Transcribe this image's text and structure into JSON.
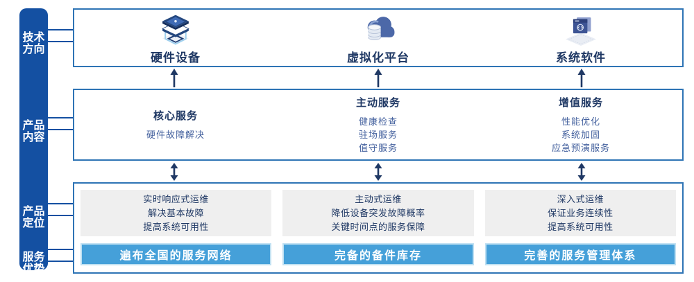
{
  "colors": {
    "sidebar_navy": "#1450A2",
    "box_border_blue": "#2E74B5",
    "title_navy": "#1F3864",
    "body_blue": "#44619E",
    "bar_blue": "#45A0D9",
    "bar_outline": "#BFE0F2",
    "panel_gray": "#EFEFEF",
    "arrow_navy": "#1F3864"
  },
  "sidebar": {
    "items": [
      {
        "line1": "技术",
        "line2": "方向"
      },
      {
        "line1": "产品",
        "line2": "内容"
      },
      {
        "line1": "产品",
        "line2": "定位"
      },
      {
        "line1": "服务",
        "line2": "优势"
      }
    ]
  },
  "tech_row": {
    "items": [
      {
        "label": "硬件设备",
        "icon": "server-stack-icon"
      },
      {
        "label": "虚拟化平台",
        "icon": "cloud-database-icon"
      },
      {
        "label": "系统软件",
        "icon": "software-window-icon"
      }
    ]
  },
  "content_row": {
    "columns": [
      {
        "title": "核心服务",
        "items": [
          "硬件故障解决"
        ]
      },
      {
        "title": "主动服务",
        "items": [
          "健康检查",
          "驻场服务",
          "值守服务"
        ]
      },
      {
        "title": "增值服务",
        "items": [
          "性能优化",
          "系统加固",
          "应急预演服务"
        ]
      }
    ]
  },
  "position_row": {
    "columns": [
      {
        "lines": [
          "实时响应式运维",
          "解决基本故障",
          "提高系统可用性"
        ],
        "bar": "遍布全国的服务网络"
      },
      {
        "lines": [
          "主动式运维",
          "降低设备突发故障概率",
          "关键时间点的服务保障"
        ],
        "bar": "完备的备件库存"
      },
      {
        "lines": [
          "深入式运维",
          "保证业务连续性",
          "提高系统可用性"
        ],
        "bar": "完善的服务管理体系"
      }
    ]
  }
}
